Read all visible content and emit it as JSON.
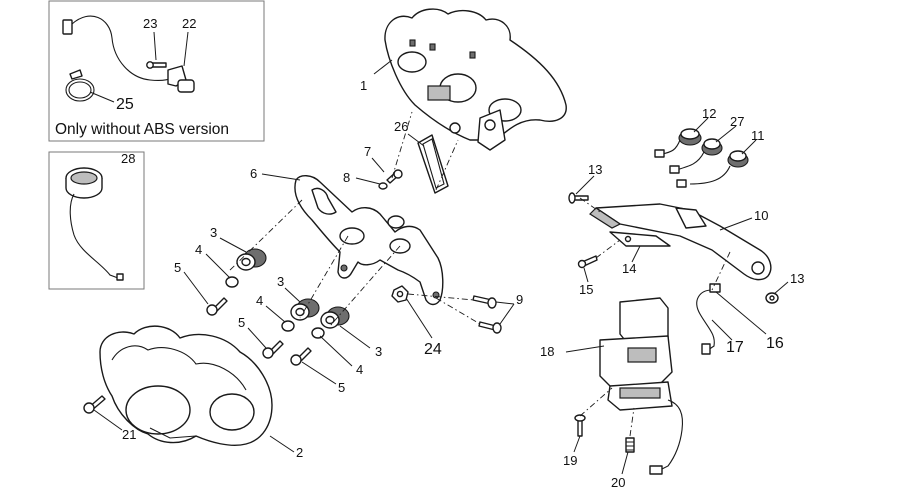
{
  "callouts": [
    {
      "id": "c1",
      "text": "1"
    },
    {
      "id": "c2",
      "text": "2"
    },
    {
      "id": "c3a",
      "text": "3"
    },
    {
      "id": "c3b",
      "text": "3"
    },
    {
      "id": "c3c",
      "text": "3"
    },
    {
      "id": "c4a",
      "text": "4"
    },
    {
      "id": "c4b",
      "text": "4"
    },
    {
      "id": "c4c",
      "text": "4"
    },
    {
      "id": "c5a",
      "text": "5"
    },
    {
      "id": "c5b",
      "text": "5"
    },
    {
      "id": "c5c",
      "text": "5"
    },
    {
      "id": "c6",
      "text": "6"
    },
    {
      "id": "c7",
      "text": "7"
    },
    {
      "id": "c8",
      "text": "8"
    },
    {
      "id": "c9",
      "text": "9"
    },
    {
      "id": "c10",
      "text": "10"
    },
    {
      "id": "c11",
      "text": "11"
    },
    {
      "id": "c12",
      "text": "12"
    },
    {
      "id": "c13a",
      "text": "13"
    },
    {
      "id": "c13b",
      "text": "13"
    },
    {
      "id": "c14",
      "text": "14"
    },
    {
      "id": "c15",
      "text": "15"
    },
    {
      "id": "c16",
      "text": "16"
    },
    {
      "id": "c17",
      "text": "17"
    },
    {
      "id": "c18",
      "text": "18"
    },
    {
      "id": "c19",
      "text": "19"
    },
    {
      "id": "c20",
      "text": "20"
    },
    {
      "id": "c21",
      "text": "21"
    },
    {
      "id": "c22",
      "text": "22"
    },
    {
      "id": "c23",
      "text": "23"
    },
    {
      "id": "c24",
      "text": "24"
    },
    {
      "id": "c25",
      "text": "25"
    },
    {
      "id": "c26",
      "text": "26"
    },
    {
      "id": "c27",
      "text": "27"
    },
    {
      "id": "c28",
      "text": "28"
    }
  ],
  "inset_note": "Only without ABS version",
  "colors": {
    "line": "#1a1a1a",
    "fill": "#ffffff",
    "shade": "#bdbdbd",
    "inset_border": "#7a7a7a"
  }
}
